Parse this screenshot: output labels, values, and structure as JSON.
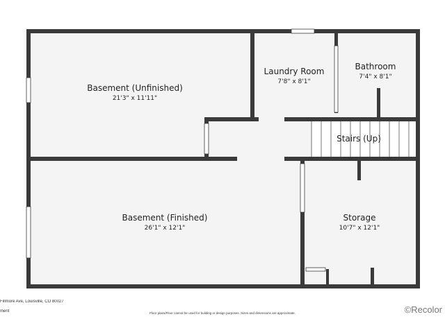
{
  "colors": {
    "wall": "#3a3a3a",
    "floor": "#f4f4f4",
    "stairs": "#ffffff",
    "window": "#ffffff",
    "text": "#222222",
    "brand": "#777777"
  },
  "rooms": {
    "basement_unfinished": {
      "name": "Basement (Unfinished)",
      "dims": "21'3\" x 11'11\""
    },
    "laundry": {
      "name": "Laundry Room",
      "dims": "7'8\" x 8'1\""
    },
    "bathroom": {
      "name": "Bathroom",
      "dims": "7'4\" x 8'1\""
    },
    "stairs": {
      "name": "Stairs (Up)"
    },
    "basement_finished": {
      "name": "Basement (Finished)",
      "dims": "26'1\" x 12'1\""
    },
    "storage": {
      "name": "Storage",
      "dims": "10'7\" x 12'1\""
    }
  },
  "footer": {
    "address": "Fillmore Ave, Louisville, CO 80027",
    "fragment": "ment",
    "disclaimer": "Floor plans/Floor cannot be used for building or design purposes. Sizes and dimensions are approximate.",
    "brand": "©Recolor"
  }
}
